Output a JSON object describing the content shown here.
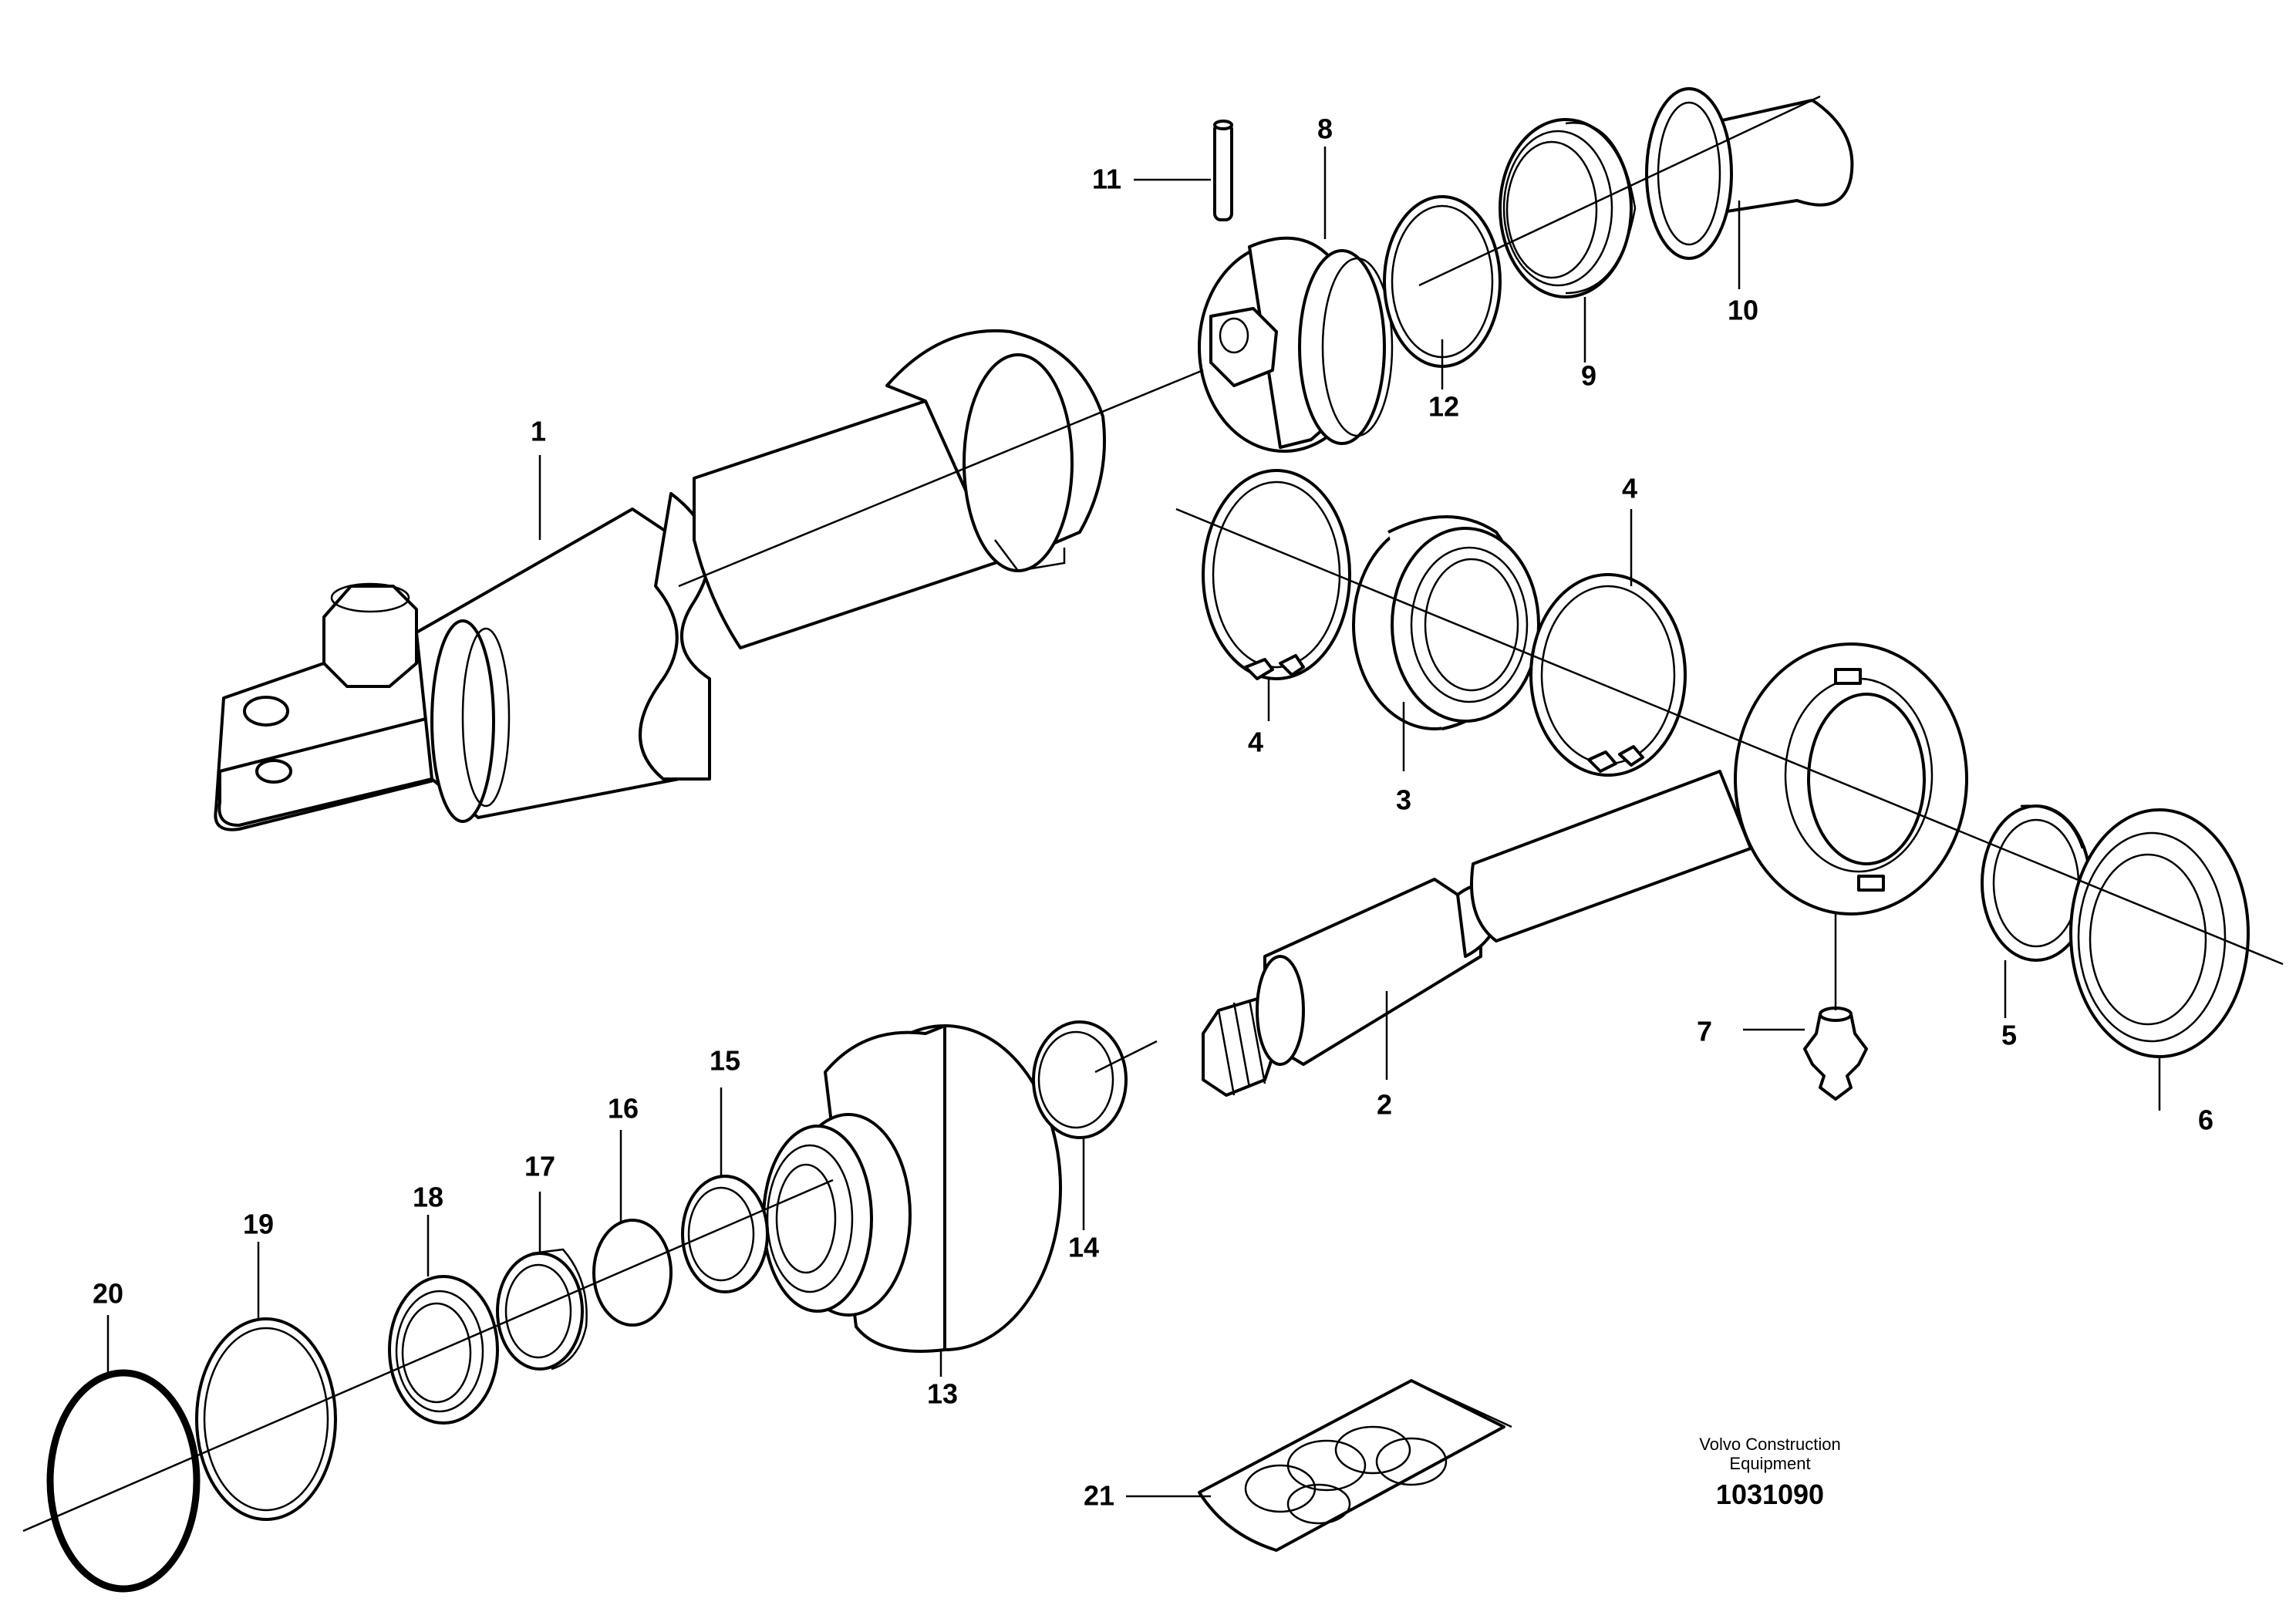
{
  "diagram": {
    "callouts": [
      {
        "id": "1",
        "label": "1"
      },
      {
        "id": "2",
        "label": "2"
      },
      {
        "id": "3",
        "label": "3"
      },
      {
        "id": "4a",
        "label": "4"
      },
      {
        "id": "4b",
        "label": "4"
      },
      {
        "id": "5",
        "label": "5"
      },
      {
        "id": "6",
        "label": "6"
      },
      {
        "id": "7",
        "label": "7"
      },
      {
        "id": "8",
        "label": "8"
      },
      {
        "id": "9",
        "label": "9"
      },
      {
        "id": "10",
        "label": "10"
      },
      {
        "id": "11",
        "label": "11"
      },
      {
        "id": "12",
        "label": "12"
      },
      {
        "id": "13",
        "label": "13"
      },
      {
        "id": "14",
        "label": "14"
      },
      {
        "id": "15",
        "label": "15"
      },
      {
        "id": "16",
        "label": "16"
      },
      {
        "id": "17",
        "label": "17"
      },
      {
        "id": "18",
        "label": "18"
      },
      {
        "id": "19",
        "label": "19"
      },
      {
        "id": "20",
        "label": "20"
      },
      {
        "id": "21",
        "label": "21"
      }
    ],
    "credit": {
      "line1": "Volvo Construction",
      "line2": "Equipment",
      "ref": "1031090"
    }
  }
}
